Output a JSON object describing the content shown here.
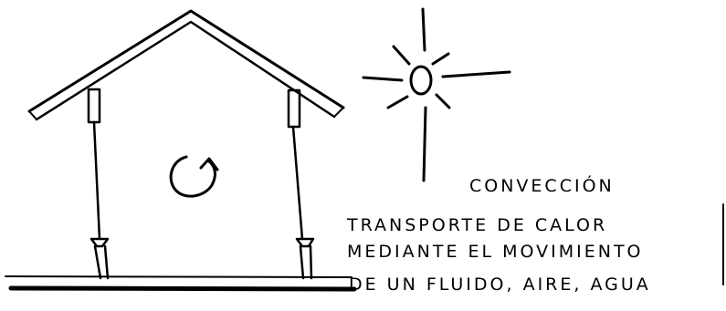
{
  "title": "CONVECCIÓN",
  "description_lines": [
    "TRANSPORTE DE CALOR",
    "MEDIANTE EL MOVIMIENTO",
    "DE UN FLUIDO, AIRE, AGUA"
  ],
  "icons": {
    "sun": "sun-icon",
    "circulation": "circular-arrow-icon"
  }
}
